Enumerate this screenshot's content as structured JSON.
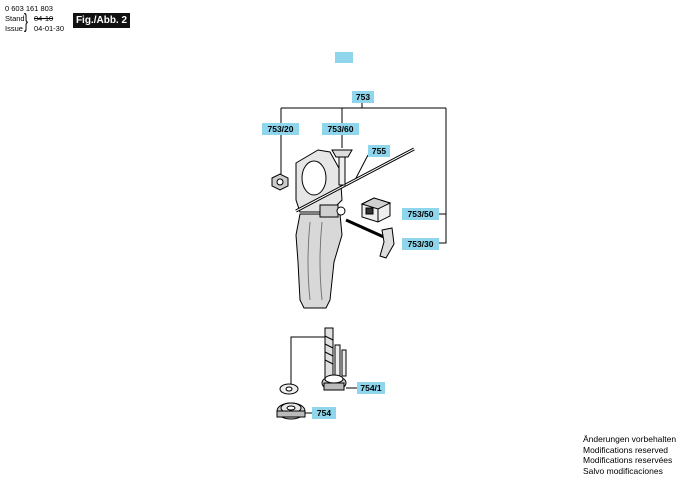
{
  "header": {
    "part_number": "0 603 161 803",
    "stand_label": "Stand",
    "issue_label": "Issue",
    "brace": "}",
    "stand_date": "04-10",
    "issue_date": "04-01-30",
    "figure_label": "Fig./Abb. 2"
  },
  "callouts": {
    "c753": "753",
    "c753_20": "753/20",
    "c753_60": "753/60",
    "c755": "755",
    "c753_50": "753/50",
    "c753_30": "753/30",
    "c754_1": "754/1",
    "c754": "754"
  },
  "footer": {
    "line1": "Änderungen vorbehalten",
    "line2": "Modifications reserved",
    "line3": "Modifications reservées",
    "line4": "Salvo modificaciones"
  },
  "colors": {
    "callout_fill": "#8fd6ec",
    "figure_box": "#111111"
  }
}
